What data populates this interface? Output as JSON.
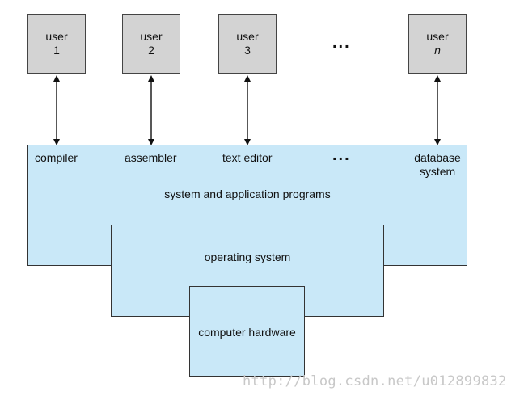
{
  "users": [
    {
      "label": "user",
      "number": "1"
    },
    {
      "label": "user",
      "number": "2"
    },
    {
      "label": "user",
      "number": "3"
    },
    {
      "label": "user",
      "number": "n"
    }
  ],
  "ellipsis": "...",
  "programs": [
    "compiler",
    "assembler",
    "text editor"
  ],
  "last_program_line1": "database",
  "last_program_line2": "system",
  "layers": {
    "application": "system and application programs",
    "os": "operating system",
    "hardware": "computer hardware"
  },
  "colors": {
    "user_box": "#d3d3d3",
    "layer_fill": "#c9e8f8",
    "border": "#333333"
  },
  "watermark": "http://blog.csdn.net/u012899832"
}
